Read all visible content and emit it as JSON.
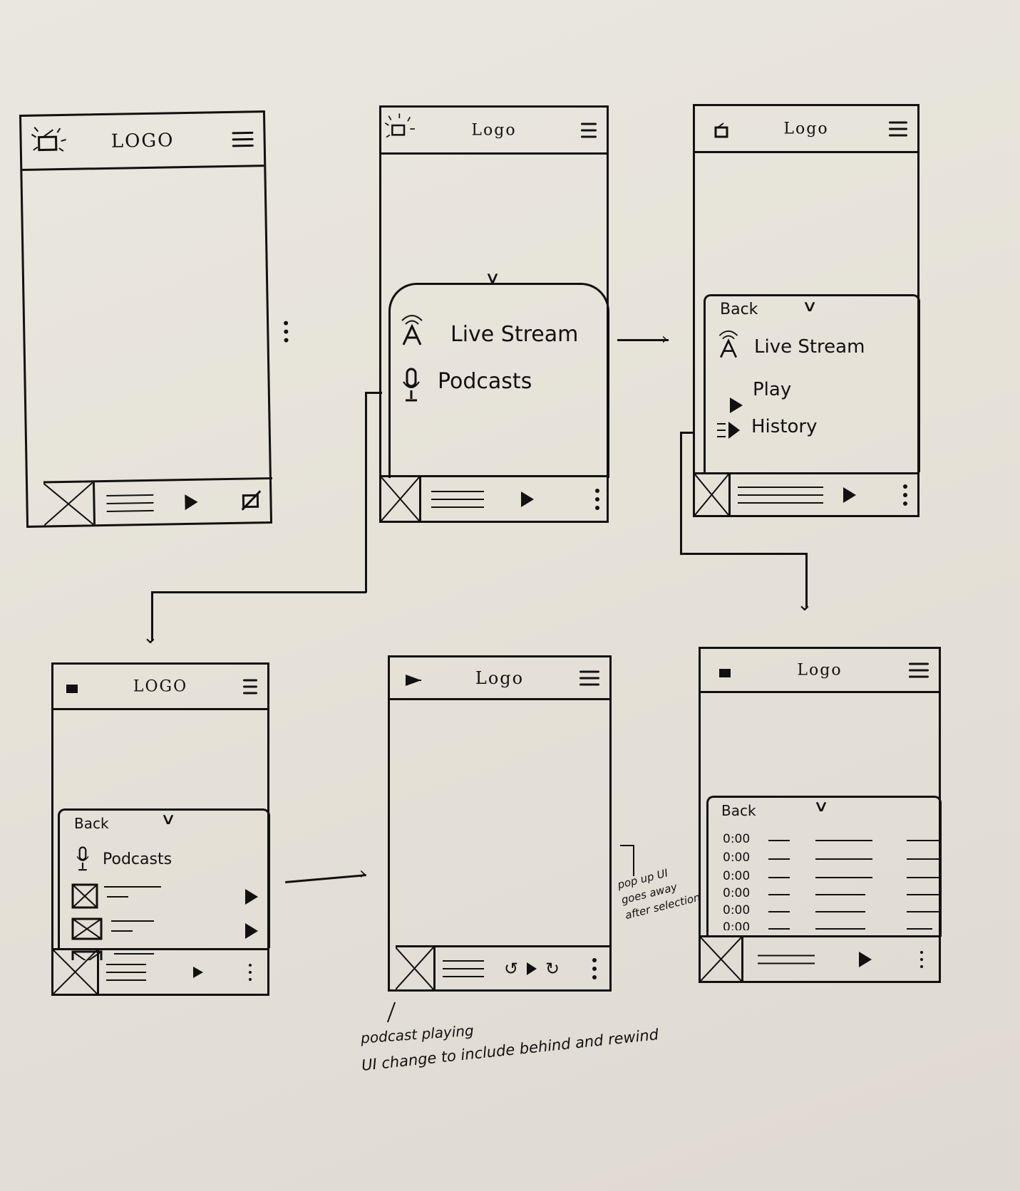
{
  "logo_texts": [
    "LOGO",
    "Logo",
    "Logo",
    "LOGO",
    "Logo",
    "Logo"
  ],
  "screen2": {
    "menu": [
      {
        "label": "Live Stream",
        "icon": "antenna-icon"
      },
      {
        "label": "Podcasts",
        "icon": "microphone-icon"
      }
    ]
  },
  "screen3": {
    "back": "Back",
    "title": "Live Stream",
    "items": [
      {
        "label": "Play",
        "icon": "play-icon"
      },
      {
        "label": "History",
        "icon": "history-icon"
      }
    ]
  },
  "screen4": {
    "back": "Back",
    "title": "Podcasts"
  },
  "screen6": {
    "back": "Back",
    "times": [
      "0:00",
      "0:00",
      "0:00",
      "0:00",
      "0:00",
      "0:00"
    ]
  },
  "notes": {
    "popup": [
      "pop up UI",
      "goes away",
      "after selection"
    ],
    "playing": "podcast playing",
    "change": "UI change to include behind and rewind"
  }
}
